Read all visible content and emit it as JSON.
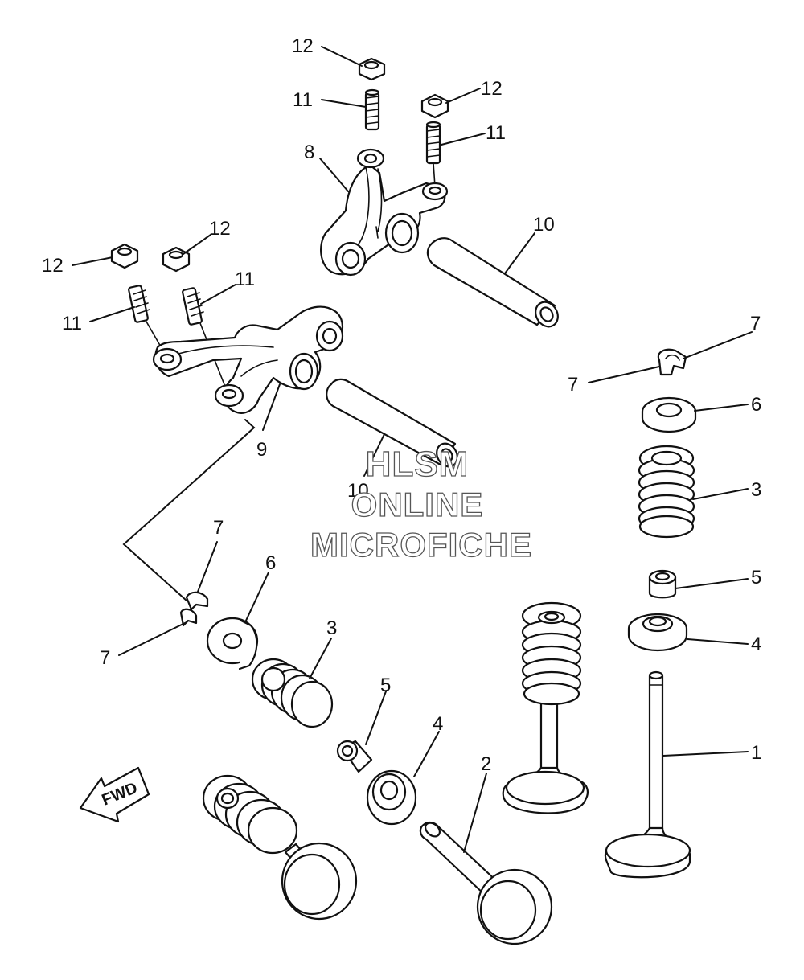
{
  "watermark": {
    "line1": "HLSM",
    "line2": "ONLINE",
    "line3": "MICROFICHE"
  },
  "direction_label": "FWD",
  "callouts": {
    "valve_exhaust": "1",
    "valve_intake": "2",
    "spring_right": "3",
    "spring_left": "3",
    "seal_right": "5",
    "seal_left": "5",
    "seat_right": "4",
    "seat_left": "4",
    "retainer_right": "6",
    "retainer_left": "6",
    "cotter_right_a": "7",
    "cotter_right_b": "7",
    "cotter_left_a": "7",
    "cotter_left_b": "7",
    "arm_upper": "8",
    "arm_lower": "9",
    "shaft_upper": "10",
    "shaft_lower": "10",
    "screw_top_left": "11",
    "screw_top_right": "11",
    "screw_mid_left": "11",
    "screw_mid_right": "11",
    "nut_top_left": "12",
    "nut_top_right": "12",
    "nut_mid_left": "12",
    "nut_mid_right": "12"
  }
}
